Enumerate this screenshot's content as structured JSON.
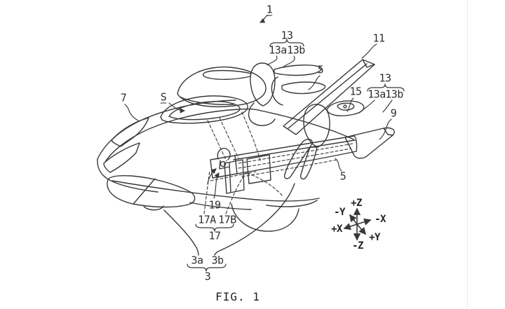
{
  "page": {
    "colors": {
      "ink": "#383838",
      "background": "#ffffff",
      "divider": "#ebebeb"
    }
  },
  "figure": {
    "caption": "FIG. 1",
    "labels": {
      "overall": "1",
      "front_rotor_group": "13",
      "front_rotor_a": "13a",
      "front_rotor_b": "13b",
      "tail_wing": "11",
      "blade_front": "5",
      "blade_rear": "5",
      "rotor_mount": "15",
      "rear_rotor_group": "13",
      "rear_rotor_a": "13a",
      "rear_rotor_b": "13b",
      "stabilizer": "9",
      "canopy": "7",
      "cabin_space": "S",
      "lock": "19",
      "rail_a": "17A",
      "rail_b": "17B",
      "rail_group": "17",
      "gear_a": "3a",
      "gear_b": "3b",
      "gear_group": "3"
    },
    "axes": {
      "up": "+Z",
      "down": "-Z",
      "upper_left": "-Y",
      "lower_right": "+Y",
      "left": "+X",
      "right": "-X"
    }
  }
}
